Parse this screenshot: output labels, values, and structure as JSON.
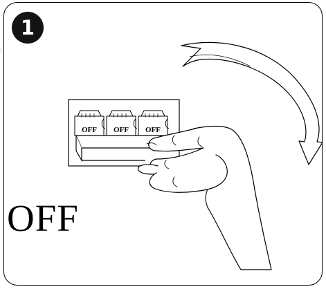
{
  "step": {
    "number": "1"
  },
  "side_mark": "⁝",
  "switches": [
    {
      "label": "OFF"
    },
    {
      "label": "OFF"
    },
    {
      "label": "OFF"
    }
  ],
  "main_label": "OFF",
  "icons": {
    "arrow": "curved-arrow-icon",
    "hand": "hand-icon"
  }
}
